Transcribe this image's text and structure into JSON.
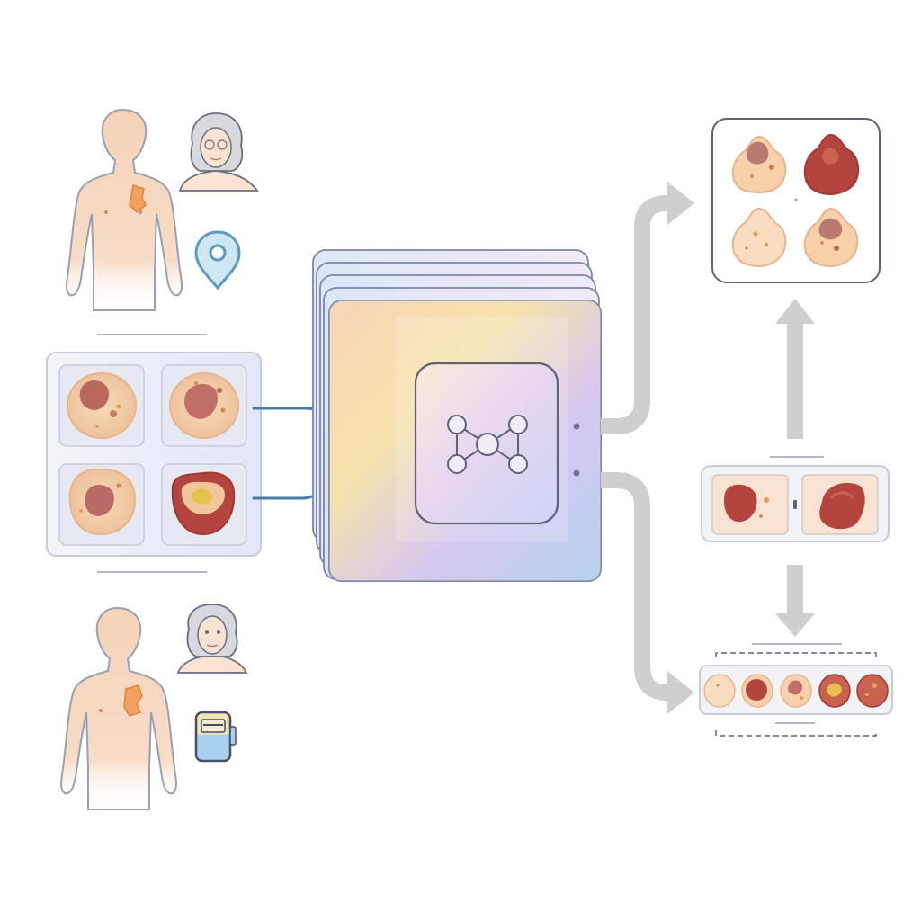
{
  "diagram": {
    "patients": [
      {
        "sex_figure": "torso-figure",
        "portrait": "elderly-woman-portrait",
        "context_icon": "location-pin-icon"
      },
      {
        "sex_figure": "torso-figure",
        "portrait": "elderly-woman-portrait",
        "context_icon": "medical-device-icon"
      }
    ],
    "input_grid": {
      "tiles": 4,
      "tile_shape": "lesion-image"
    },
    "model": {
      "icon": "network-graph-icon",
      "layer_count": 5
    },
    "outputs": {
      "top_panel": {
        "items": 4,
        "item_shape": "lesion-thumbnail"
      },
      "middle_panel": {
        "items": 2,
        "item_shape": "lesion-thumbnail"
      },
      "bottom_strip": {
        "items": 5,
        "item_shape": "lesion-thumbnail"
      }
    },
    "colors": {
      "skin": "#f6d3b8",
      "skin_outline": "#e7b89a",
      "lesion_dark": "#b4453e",
      "lesion_mid": "#c9624e",
      "lesion_light": "#f0c79b",
      "connector": "#4a7aa8",
      "arrow": "#cfcfcf",
      "panel_border": "#5e6474",
      "pin": "#5b9bbf",
      "device": "#a9d0ee"
    }
  }
}
